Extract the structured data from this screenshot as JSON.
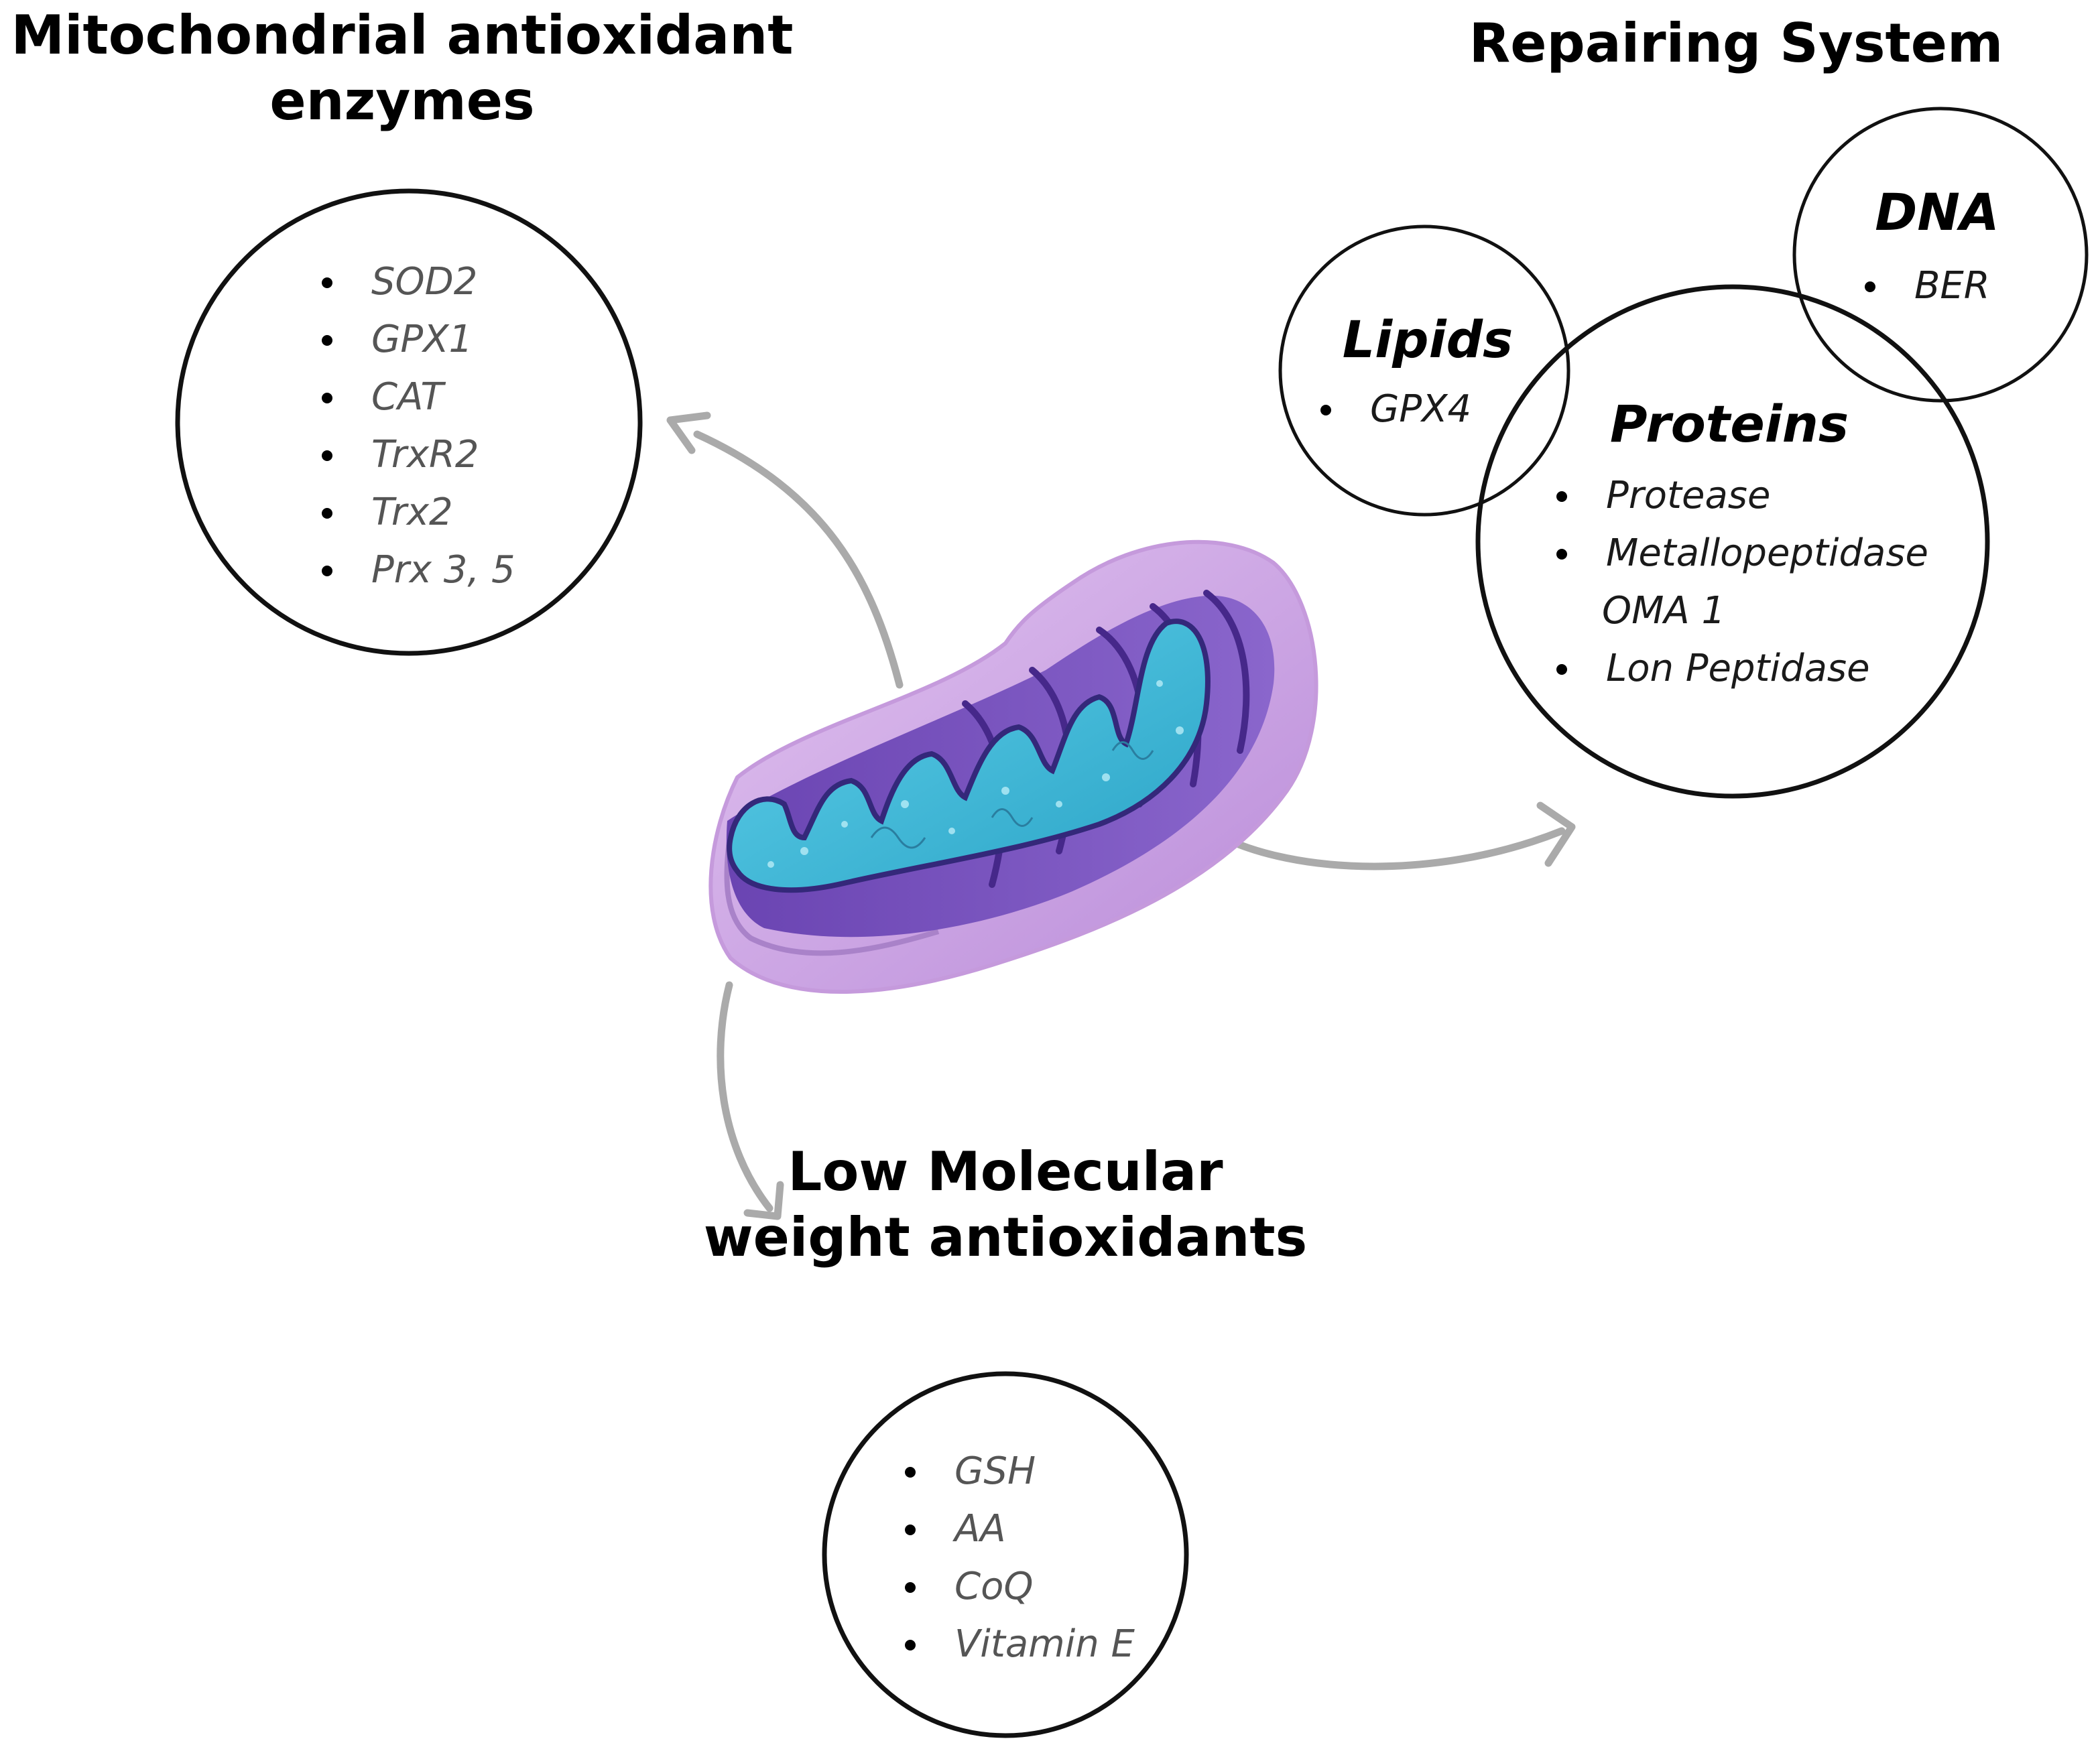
{
  "headings": {
    "enzymes": [
      "Mitochondrial antioxidant",
      "enzymes"
    ],
    "repair": "Repairing System",
    "lmw": [
      "Low Molecular",
      "weight antioxidants"
    ]
  },
  "enzymes": {
    "items": [
      "SOD2",
      "GPX1",
      "CAT",
      "TrxR2",
      "Trx2",
      "Prx 3, 5"
    ]
  },
  "lmw": {
    "items": [
      "GSH",
      "AA",
      "CoQ",
      "Vitamin E"
    ]
  },
  "repair": {
    "lipids": {
      "title": "Lipids",
      "items": [
        "GPX4"
      ]
    },
    "dna": {
      "title": "DNA",
      "items": [
        "BER"
      ]
    },
    "proteins": {
      "title": "Proteins",
      "items": [
        "Protease",
        "Metallopeptidase",
        "Lon Peptidase"
      ],
      "item_continuation": "OMA 1"
    }
  },
  "colors": {
    "arrow": "#aaaaaa",
    "outer_membrane": "#c99ce0",
    "inner_membrane": "#5a3ca0",
    "matrix": "#3fb7d6"
  }
}
